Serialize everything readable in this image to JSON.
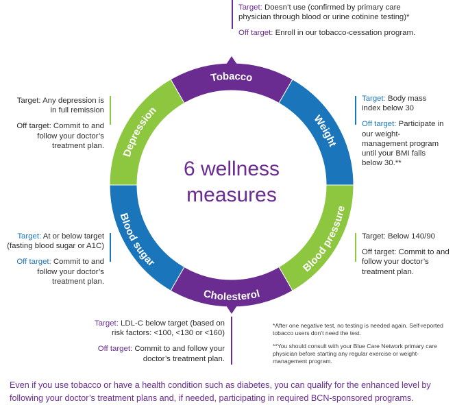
{
  "center": {
    "line1": "6 wellness",
    "line2": "measures"
  },
  "segments": [
    {
      "label": "Tobacco",
      "color": "#6a2c91"
    },
    {
      "label": "Weight",
      "color": "#1b75bb"
    },
    {
      "label": "Blood pressure",
      "color": "#8dc63f"
    },
    {
      "label": "Cholesterol",
      "color": "#6a2c91"
    },
    {
      "label": "Blood sugar",
      "color": "#1b75bb"
    },
    {
      "label": "Depression",
      "color": "#8dc63f"
    }
  ],
  "measures": {
    "tobacco": {
      "target_label": "Target:",
      "target_text": " Doesn’t use (confirmed by primary care physician through blood or urine cotinine testing)*",
      "off_label": "Off target:",
      "off_text": " Enroll in our tobacco-cessation program."
    },
    "weight": {
      "target_label": "Target:",
      "target_text": " Body mass index below 30",
      "off_label": "Off target:",
      "off_text": " Participate in our weight-management program until your BMI falls below 30.**"
    },
    "blood_pressure": {
      "target_label": "Target:",
      "target_text": " Below 140/90",
      "off_label": "Off target:",
      "off_text": " Commit to and follow your doctor’s treatment plan."
    },
    "cholesterol": {
      "target_label": "Target:",
      "target_text": " LDL-C below target (based on risk factors: <100, <130 or <160)",
      "off_label": "Off target:",
      "off_text": " Commit to and follow your doctor’s treatment plan."
    },
    "blood_sugar": {
      "target_label": "Target:",
      "target_text": " At or below target (fasting blood sugar or A1C)",
      "off_label": "Off target:",
      "off_text": " Commit to and follow your doctor’s treatment plan."
    },
    "depression": {
      "target_label": "Target:",
      "target_text": " Any depression is in full remission",
      "off_label": "Off target:",
      "off_text": " Commit to and follow your doctor’s treatment plan."
    }
  },
  "footnotes": {
    "one": "*After one negative test, no testing is needed again. Self-reported tobacco users don’t need the test.",
    "two": "**You should consult with your Blue Care Network primary care physician before starting any regular exercise or weight-management program."
  },
  "bottom_text": "Even if you use tobacco or have a health condition such as diabetes, you can qualify for the enhanced level by following your doctor’s treatment plans and, if needed, participating in required BCN-sponsored programs."
}
